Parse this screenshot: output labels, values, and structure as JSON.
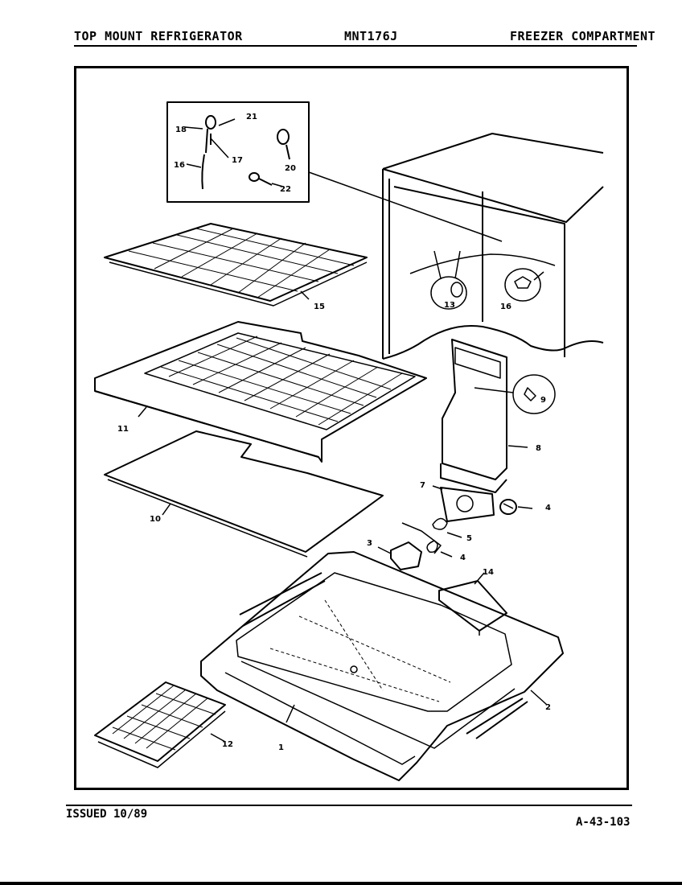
{
  "header": {
    "left": "TOP MOUNT REFRIGERATOR",
    "model": "MNT176J",
    "right": "FREEZER COMPARTMENT"
  },
  "footer": {
    "issued": "ISSUED 10/89",
    "page_code": "A-43-103"
  },
  "callouts": {
    "c1": "1",
    "c2": "2",
    "c3": "3",
    "c4a": "4",
    "c4b": "4",
    "c5": "5",
    "c7": "7",
    "c8": "8",
    "c9": "9",
    "c10": "10",
    "c11": "11",
    "c12": "12",
    "c13": "13",
    "c14": "14",
    "c15": "15",
    "c16a": "16",
    "c16b": "16",
    "c17": "17",
    "c18": "18",
    "c20": "20",
    "c21": "21",
    "c22": "22"
  }
}
